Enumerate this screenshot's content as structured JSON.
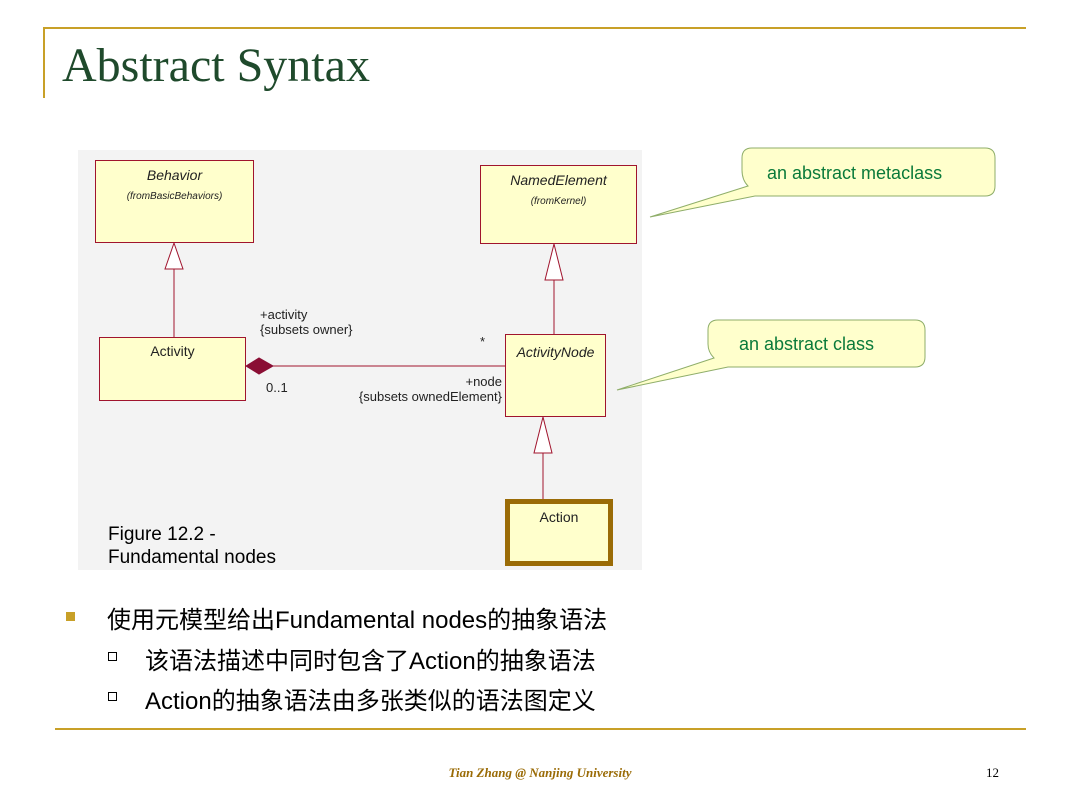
{
  "slide": {
    "title": "Abstract Syntax",
    "footer": "Tian Zhang @ Nanjing University",
    "page_number": "12"
  },
  "diagram": {
    "classes": {
      "behavior": {
        "name": "Behavior",
        "from": "(fromBasicBehaviors)"
      },
      "named_element": {
        "name": "NamedElement",
        "from": "(fromKernel)"
      },
      "activity": {
        "name": "Activity"
      },
      "activity_node": {
        "name": "ActivityNode"
      },
      "action": {
        "name": "Action"
      }
    },
    "association": {
      "activity_role": "+activity",
      "activity_constraint": "{subsets owner}",
      "activity_multiplicity": "0..1",
      "node_multiplicity": "*",
      "node_role": "+node",
      "node_constraint": "{subsets ownedElement}"
    },
    "caption_line1": "Figure 12.2 -",
    "caption_line2": "Fundamental nodes"
  },
  "callouts": {
    "metaclass": "an abstract metaclass",
    "class": "an abstract class"
  },
  "bullets": {
    "main": "使用元模型给出Fundamental nodes的抽象语法",
    "sub1": "该语法描述中同时包含了Action的抽象语法",
    "sub2": "Action的抽象语法由多张类似的语法图定义"
  },
  "colors": {
    "accent": "#c8a028",
    "title": "#1f4a2c",
    "callout_text": "#0a7a3a",
    "class_fill": "#ffffcc",
    "class_border": "#a0142d",
    "action_border": "#9a6b06"
  }
}
